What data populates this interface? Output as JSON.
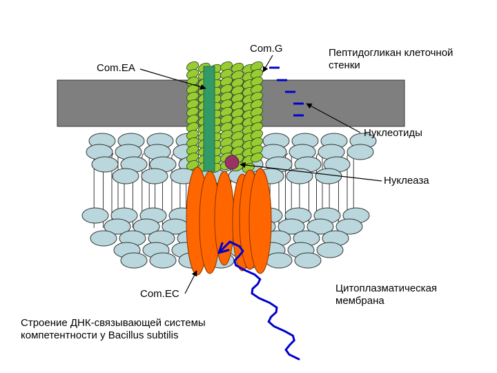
{
  "labels": {
    "comg": "Com.G",
    "comea": "Com.EA",
    "peptidoglycan": "Пептидогликан клеточной\nстенки",
    "nucleotides": "Нуклеотиды",
    "nuclease": "Нуклеаза",
    "comec": "Com.EC",
    "membrane": "Цитоплазматическая\nмембрана",
    "caption": "Строение ДНК-связывающей системы\nкомпетентности у Bacillus subtilis"
  },
  "colors": {
    "cell_wall": "#7f7f7f",
    "lipid_head": "#b9d7dc",
    "comg_helix": "#99cc33",
    "comea_channel": "#339966",
    "comec_protein": "#ff6600",
    "nuclease_dot": "#993366",
    "dna_strand": "#0000cc",
    "nucleotide_mark": "#0000cc"
  }
}
